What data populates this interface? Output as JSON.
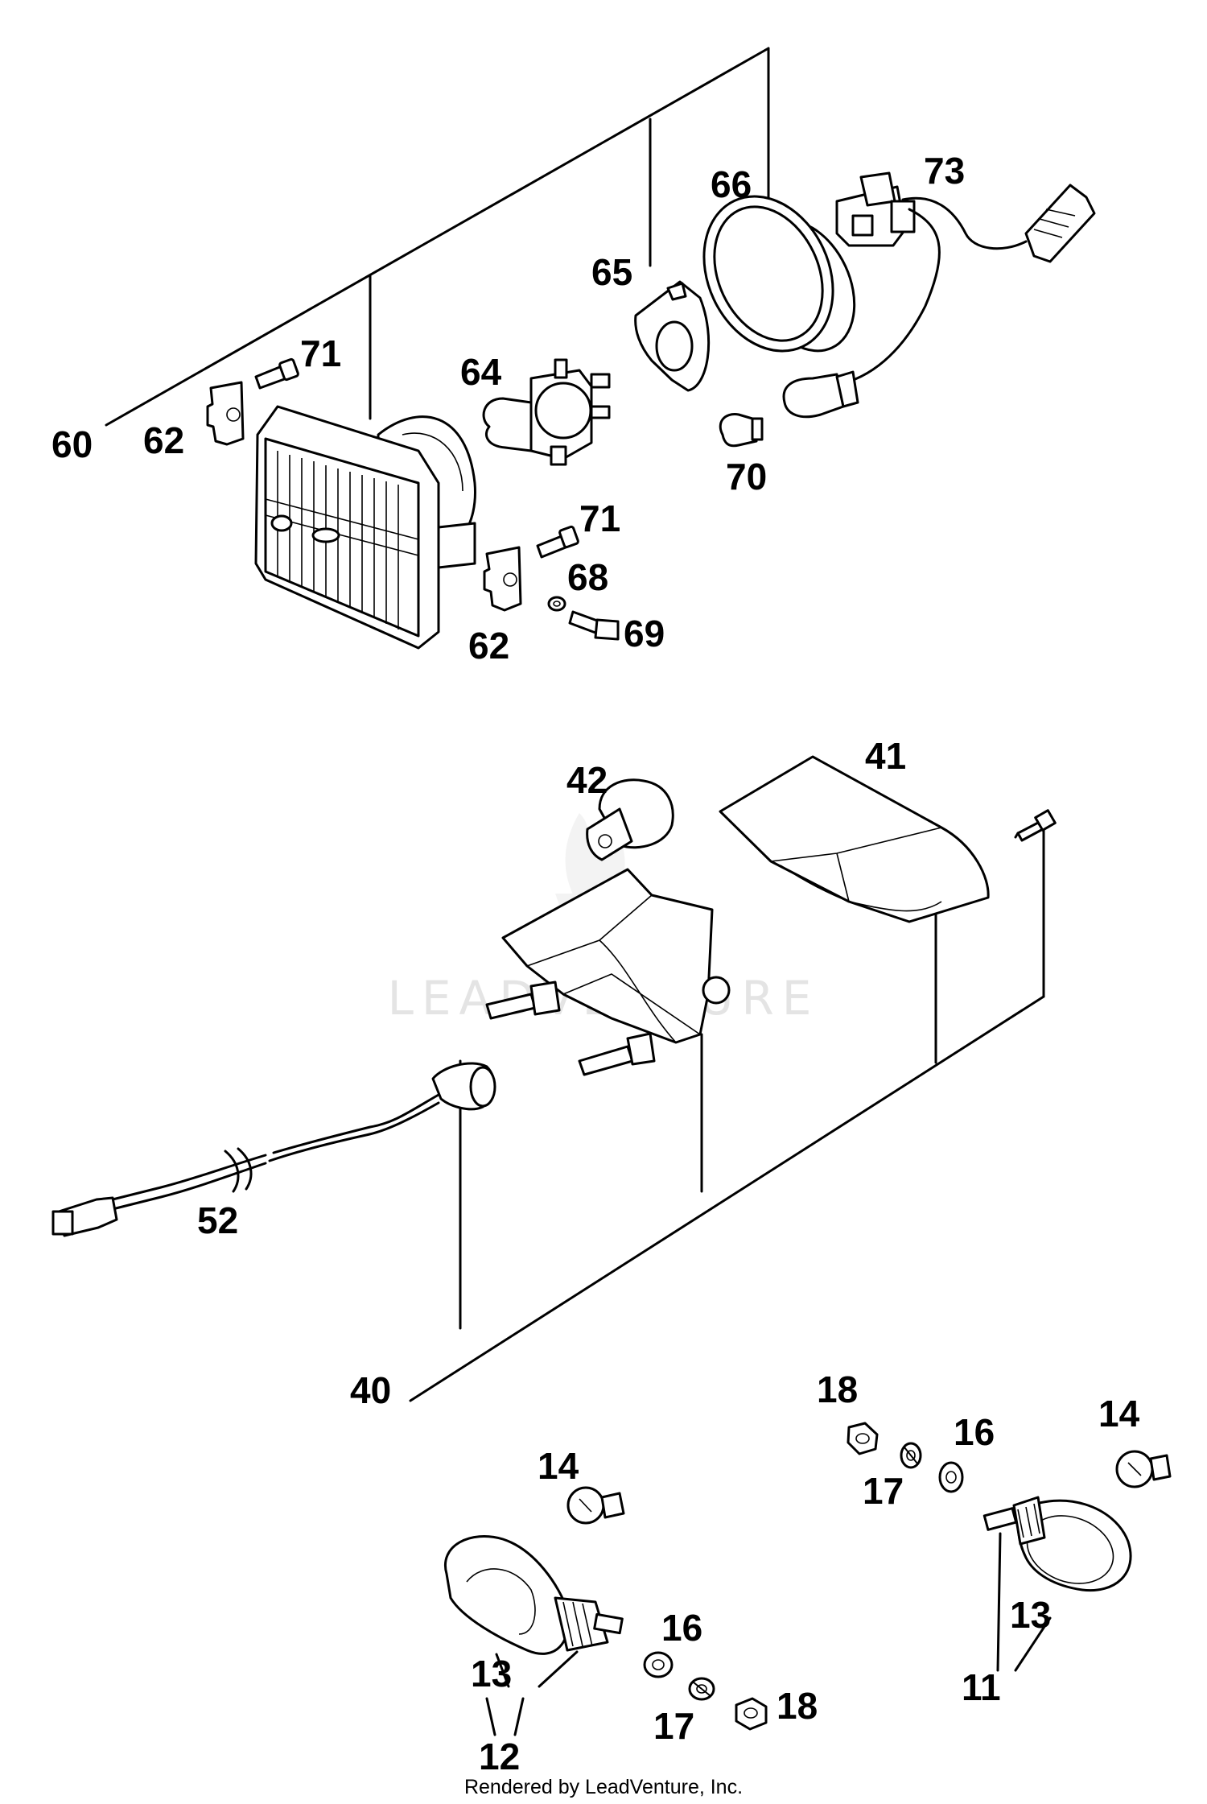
{
  "diagram": {
    "labels": {
      "p60": "60",
      "p62a": "62",
      "p71a": "71",
      "p64": "64",
      "p65": "65",
      "p66": "66",
      "p73": "73",
      "p70": "70",
      "p71b": "71",
      "p68": "68",
      "p69": "69",
      "p62b": "62",
      "p42": "42",
      "p41": "41",
      "p52": "52",
      "p40": "40",
      "p18a": "18",
      "p16a": "16",
      "p17a": "17",
      "p14a": "14",
      "p14b": "14",
      "p13a": "13",
      "p11": "11",
      "p13b": "13",
      "p12": "12",
      "p16b": "16",
      "p17b": "17",
      "p18b": "18"
    },
    "watermark": "LEADVENTURE",
    "footer": "Rendered by LeadVenture, Inc."
  },
  "icons": {
    "watermark_logo": "leadventure-logo-icon"
  }
}
